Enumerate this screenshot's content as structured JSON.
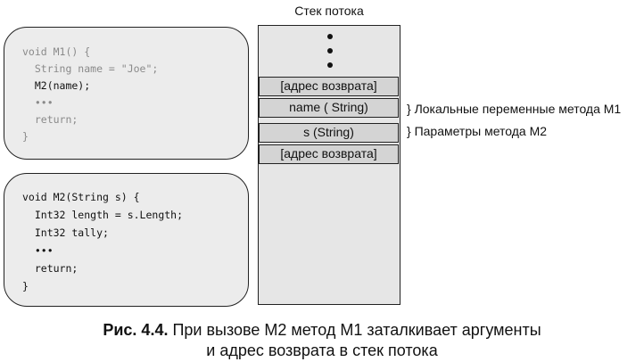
{
  "stack_title": "Стек потока",
  "m1_code": [
    "void M1() {",
    "  String name = \"Joe\";",
    "  M2(name);",
    "  •••",
    "  return;",
    "}"
  ],
  "m2_code": [
    "void M2(String s) {",
    "  Int32 length = s.Length;",
    "  Int32 tally;",
    "  •••",
    "  return;",
    "}"
  ],
  "stack_cells": [
    "[адрес возврата]",
    "name ( String)",
    "s (String)",
    "[адрес возврата]"
  ],
  "annotations": {
    "locals": "} Локальные переменные метода M1",
    "params": "} Параметры метода M2"
  },
  "caption": {
    "label": "Рис. 4.4.",
    "line1": " При вызове M2 метод M1 заталкивает аргументы",
    "line2": "и адрес возврата в стек потока"
  }
}
